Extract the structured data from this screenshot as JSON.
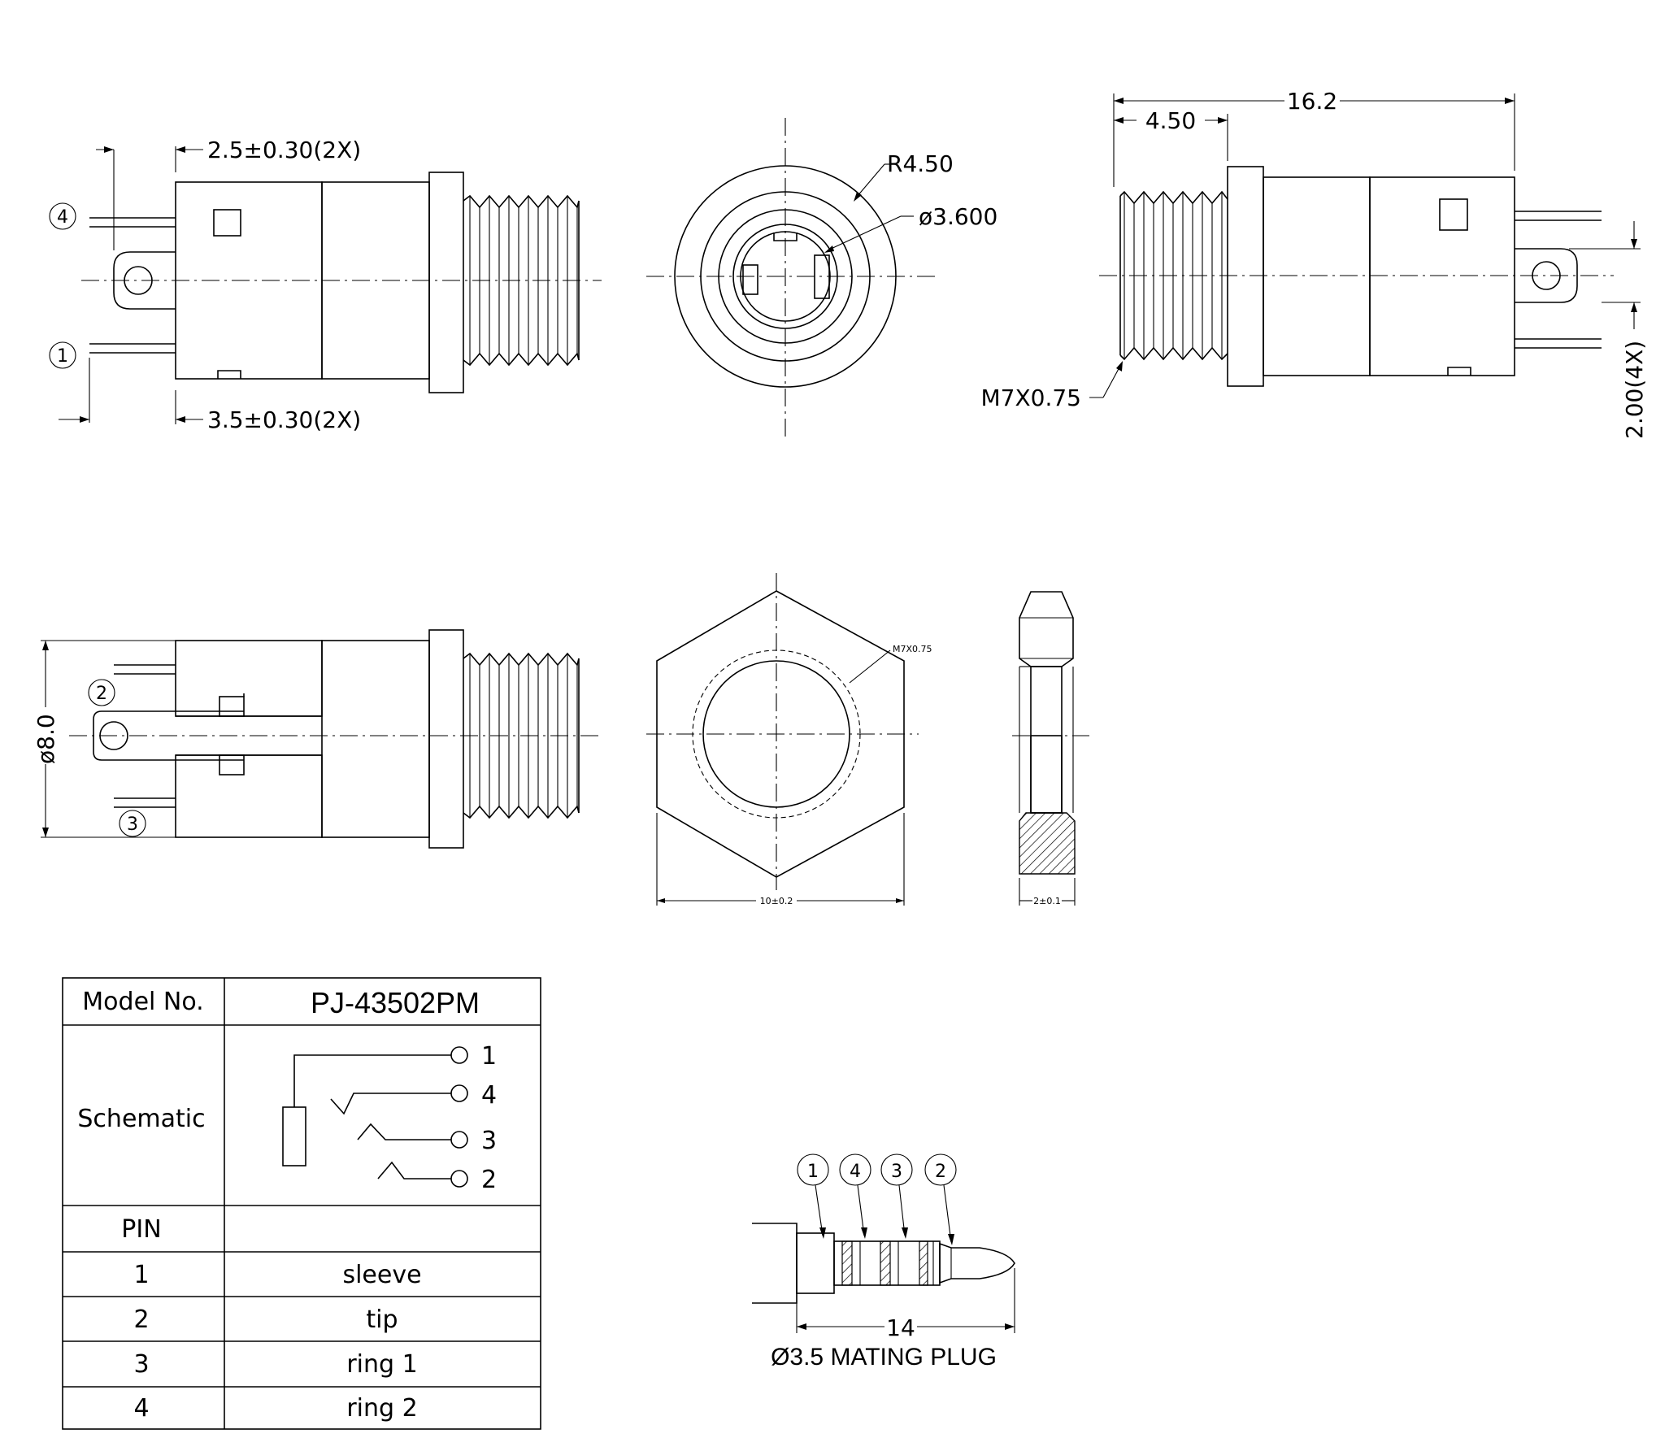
{
  "dimensions": {
    "pin_spacing_top": "2.5±0.30(2X)",
    "pin_spacing_bottom": "3.5±0.30(2X)",
    "radius": "R4.50",
    "inner_diameter": "ø3.600",
    "overall_length": "16.2",
    "thread_length": "4.50",
    "thread_spec": "M7X0.75",
    "pin_pitch": "2.00(4X)",
    "body_diameter": "ø8.0",
    "nut_thread": "M7X0.75",
    "nut_width": "10±0.2",
    "nut_thickness": "2±0.1",
    "plug_length": "14"
  },
  "pin_markers": {
    "top_view": [
      "4",
      "1"
    ],
    "bottom_view": [
      "2",
      "3"
    ],
    "plug": [
      "1",
      "4",
      "3",
      "2"
    ]
  },
  "spec_table": {
    "model_label": "Model No.",
    "model_value": "PJ-43502PM",
    "schematic_label": "Schematic",
    "schematic_pins": [
      "1",
      "4",
      "3",
      "2"
    ],
    "pin_header": "PIN",
    "rows": [
      {
        "pin": "1",
        "name": "sleeve"
      },
      {
        "pin": "2",
        "name": "tip"
      },
      {
        "pin": "3",
        "name": "ring 1"
      },
      {
        "pin": "4",
        "name": "ring 2"
      }
    ]
  },
  "plug_caption": "Ø3.5 MATING PLUG"
}
